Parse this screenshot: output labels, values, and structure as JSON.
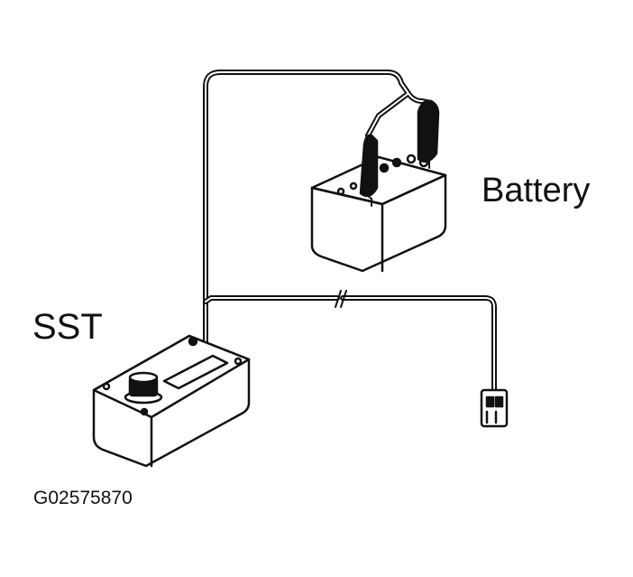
{
  "labels": {
    "battery": "Battery",
    "sst": "SST",
    "figure_code": "G02575870"
  },
  "colors": {
    "ink": "#111111",
    "background": "#ffffff"
  }
}
